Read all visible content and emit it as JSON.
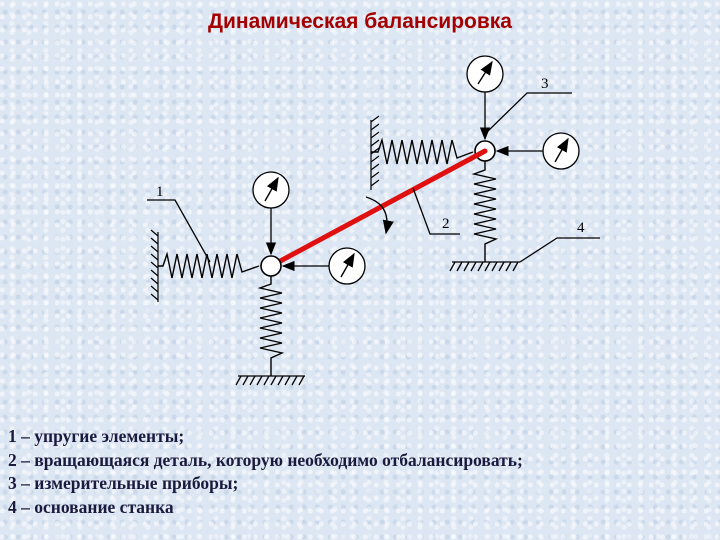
{
  "title": "Динамическая балансировка",
  "labels": {
    "one": "1",
    "two": "2",
    "three": "3",
    "four": "4"
  },
  "legend": [
    "1 – упругие элементы;",
    "2 – вращающаяся деталь, которую необходимо отбалансировать;",
    "3 – измерительные приборы;",
    "4 – основание станка"
  ],
  "colors": {
    "title": "#a40000",
    "rotor": "#e01010",
    "ink": "#000000",
    "legend": "#1a1a3e"
  }
}
